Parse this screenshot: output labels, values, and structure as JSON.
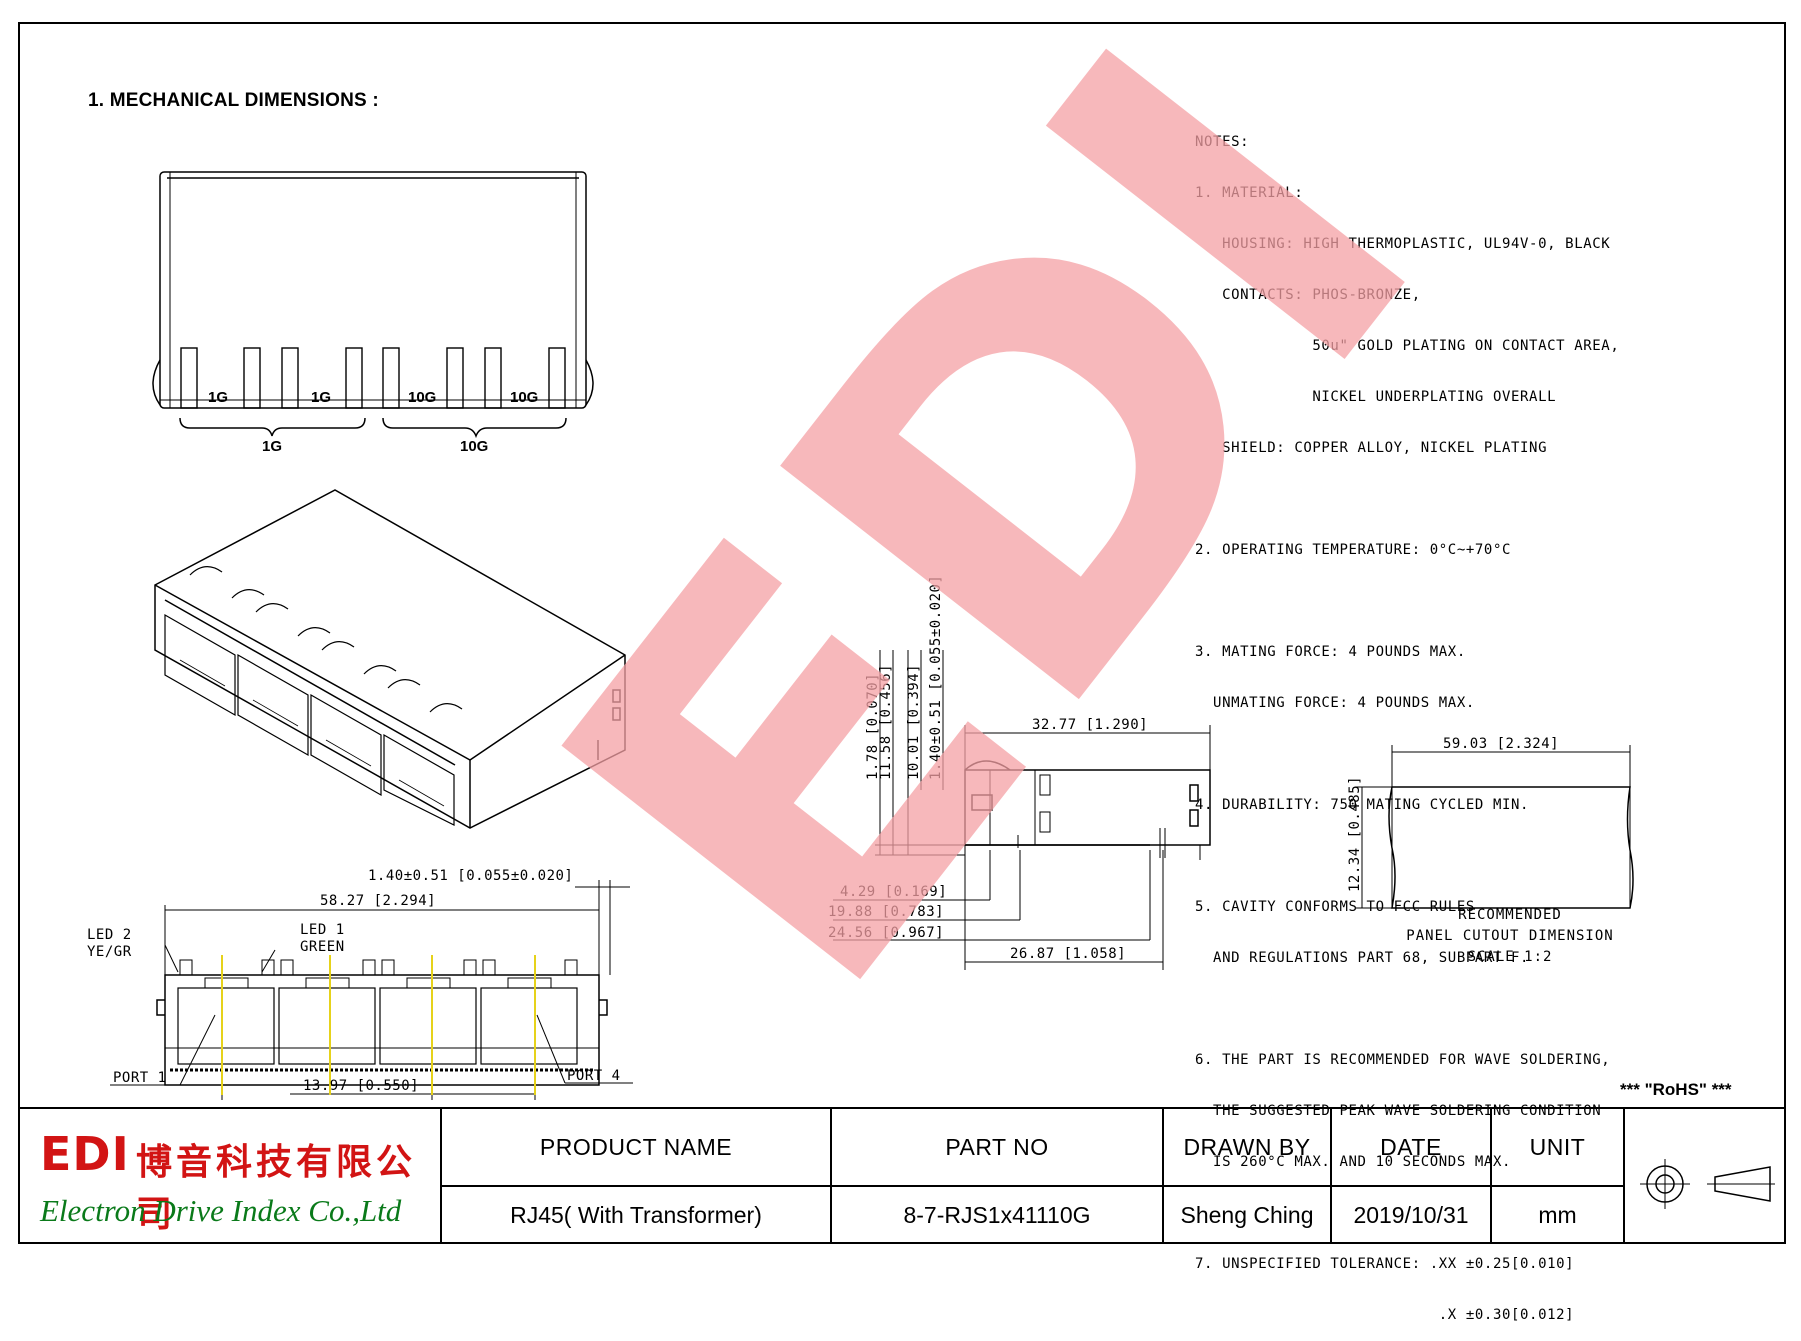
{
  "section_title": "1. MECHANICAL DIMENSIONS :",
  "notes": [
    "NOTES:",
    "1. MATERIAL:",
    "   HOUSING: HIGH THERMOPLASTIC, UL94V-0, BLACK",
    "   CONTACTS: PHOS-BRONZE,",
    "             50u\" GOLD PLATING ON CONTACT AREA,",
    "             NICKEL UNDERPLATING OVERALL",
    "   SHIELD: COPPER ALLOY, NICKEL PLATING",
    "",
    "2. OPERATING TEMPERATURE: 0°C~+70°C",
    "",
    "3. MATING FORCE: 4 POUNDS MAX.",
    "  UNMATING FORCE: 4 POUNDS MAX.",
    "",
    "4. DURABILITY: 750 MATING CYCLED MIN.",
    "",
    "5. CAVITY CONFORMS TO FCC RULES",
    "  AND REGULATIONS PART 68, SUBPART F.",
    "",
    "6. THE PART IS RECOMMENDED FOR WAVE SOLDERING,",
    "  THE SUGGESTED PEAK WAVE SOLDERING CONDITION",
    "  IS 260°C MAX. AND 10 SECONDS MAX.",
    "",
    "7. UNSPECIFIED TOLERANCE: .XX ±0.25[0.010]",
    "                           .X ±0.30[0.012]"
  ],
  "top_view": {
    "port_labels": [
      "1G",
      "1G",
      "10G",
      "10G"
    ],
    "group_labels": [
      "1G",
      "10G"
    ]
  },
  "front_view": {
    "dim_offset": "1.40±0.51  [0.055±0.020]",
    "dim_width": "58.27  [2.294]",
    "dim_pitch": "13.97  [0.550]",
    "led2_label": "LED 2",
    "led2_color": "YE/GR",
    "led1_label": "LED 1",
    "led1_color": "GREEN",
    "port1_label": "PORT 1",
    "port4_label": "PORT 4"
  },
  "side_view": {
    "dim_vertical": [
      "1.78  [0.070]",
      "11.58  [0.456]",
      "10.01  [0.394]",
      "1.40±0.51  [0.055±0.020]"
    ],
    "dim_top": "32.77  [1.290]",
    "dim_h1": "4.29  [0.169]",
    "dim_h2": "19.88  [0.783]",
    "dim_h3": "24.56  [0.967]",
    "dim_h4": "26.87  [1.058]"
  },
  "cutout": {
    "dim_width": "59.03  [2.324]",
    "dim_height": "12.34  [0.485]",
    "caption": [
      "RECOMMENDED",
      "PANEL CUTOUT DIMENSION",
      "SCALE 1:2"
    ]
  },
  "watermark": "EDI",
  "rohs": "*** \"RoHS\" ***",
  "company": {
    "logo_text": "EDI",
    "name_cn": "博音科技有限公司",
    "name_en": "Electron Drive Index Co.,Ltd"
  },
  "title_block": {
    "product_name_label": "PRODUCT NAME",
    "product_name": "RJ45( With Transformer)",
    "part_no_label": "PART  NO",
    "part_no": "8-7-RJS1x41110G",
    "drawn_by_label": "DRAWN BY",
    "drawn_by": "Sheng Ching",
    "date_label": "DATE",
    "date": "2019/10/31",
    "unit_label": "UNIT",
    "unit": "mm"
  },
  "colors": {
    "watermark": "#f4a0a4",
    "logo_red": "#d21414",
    "logo_green": "#0a7a1a",
    "led_marker": "#e6d21a"
  }
}
